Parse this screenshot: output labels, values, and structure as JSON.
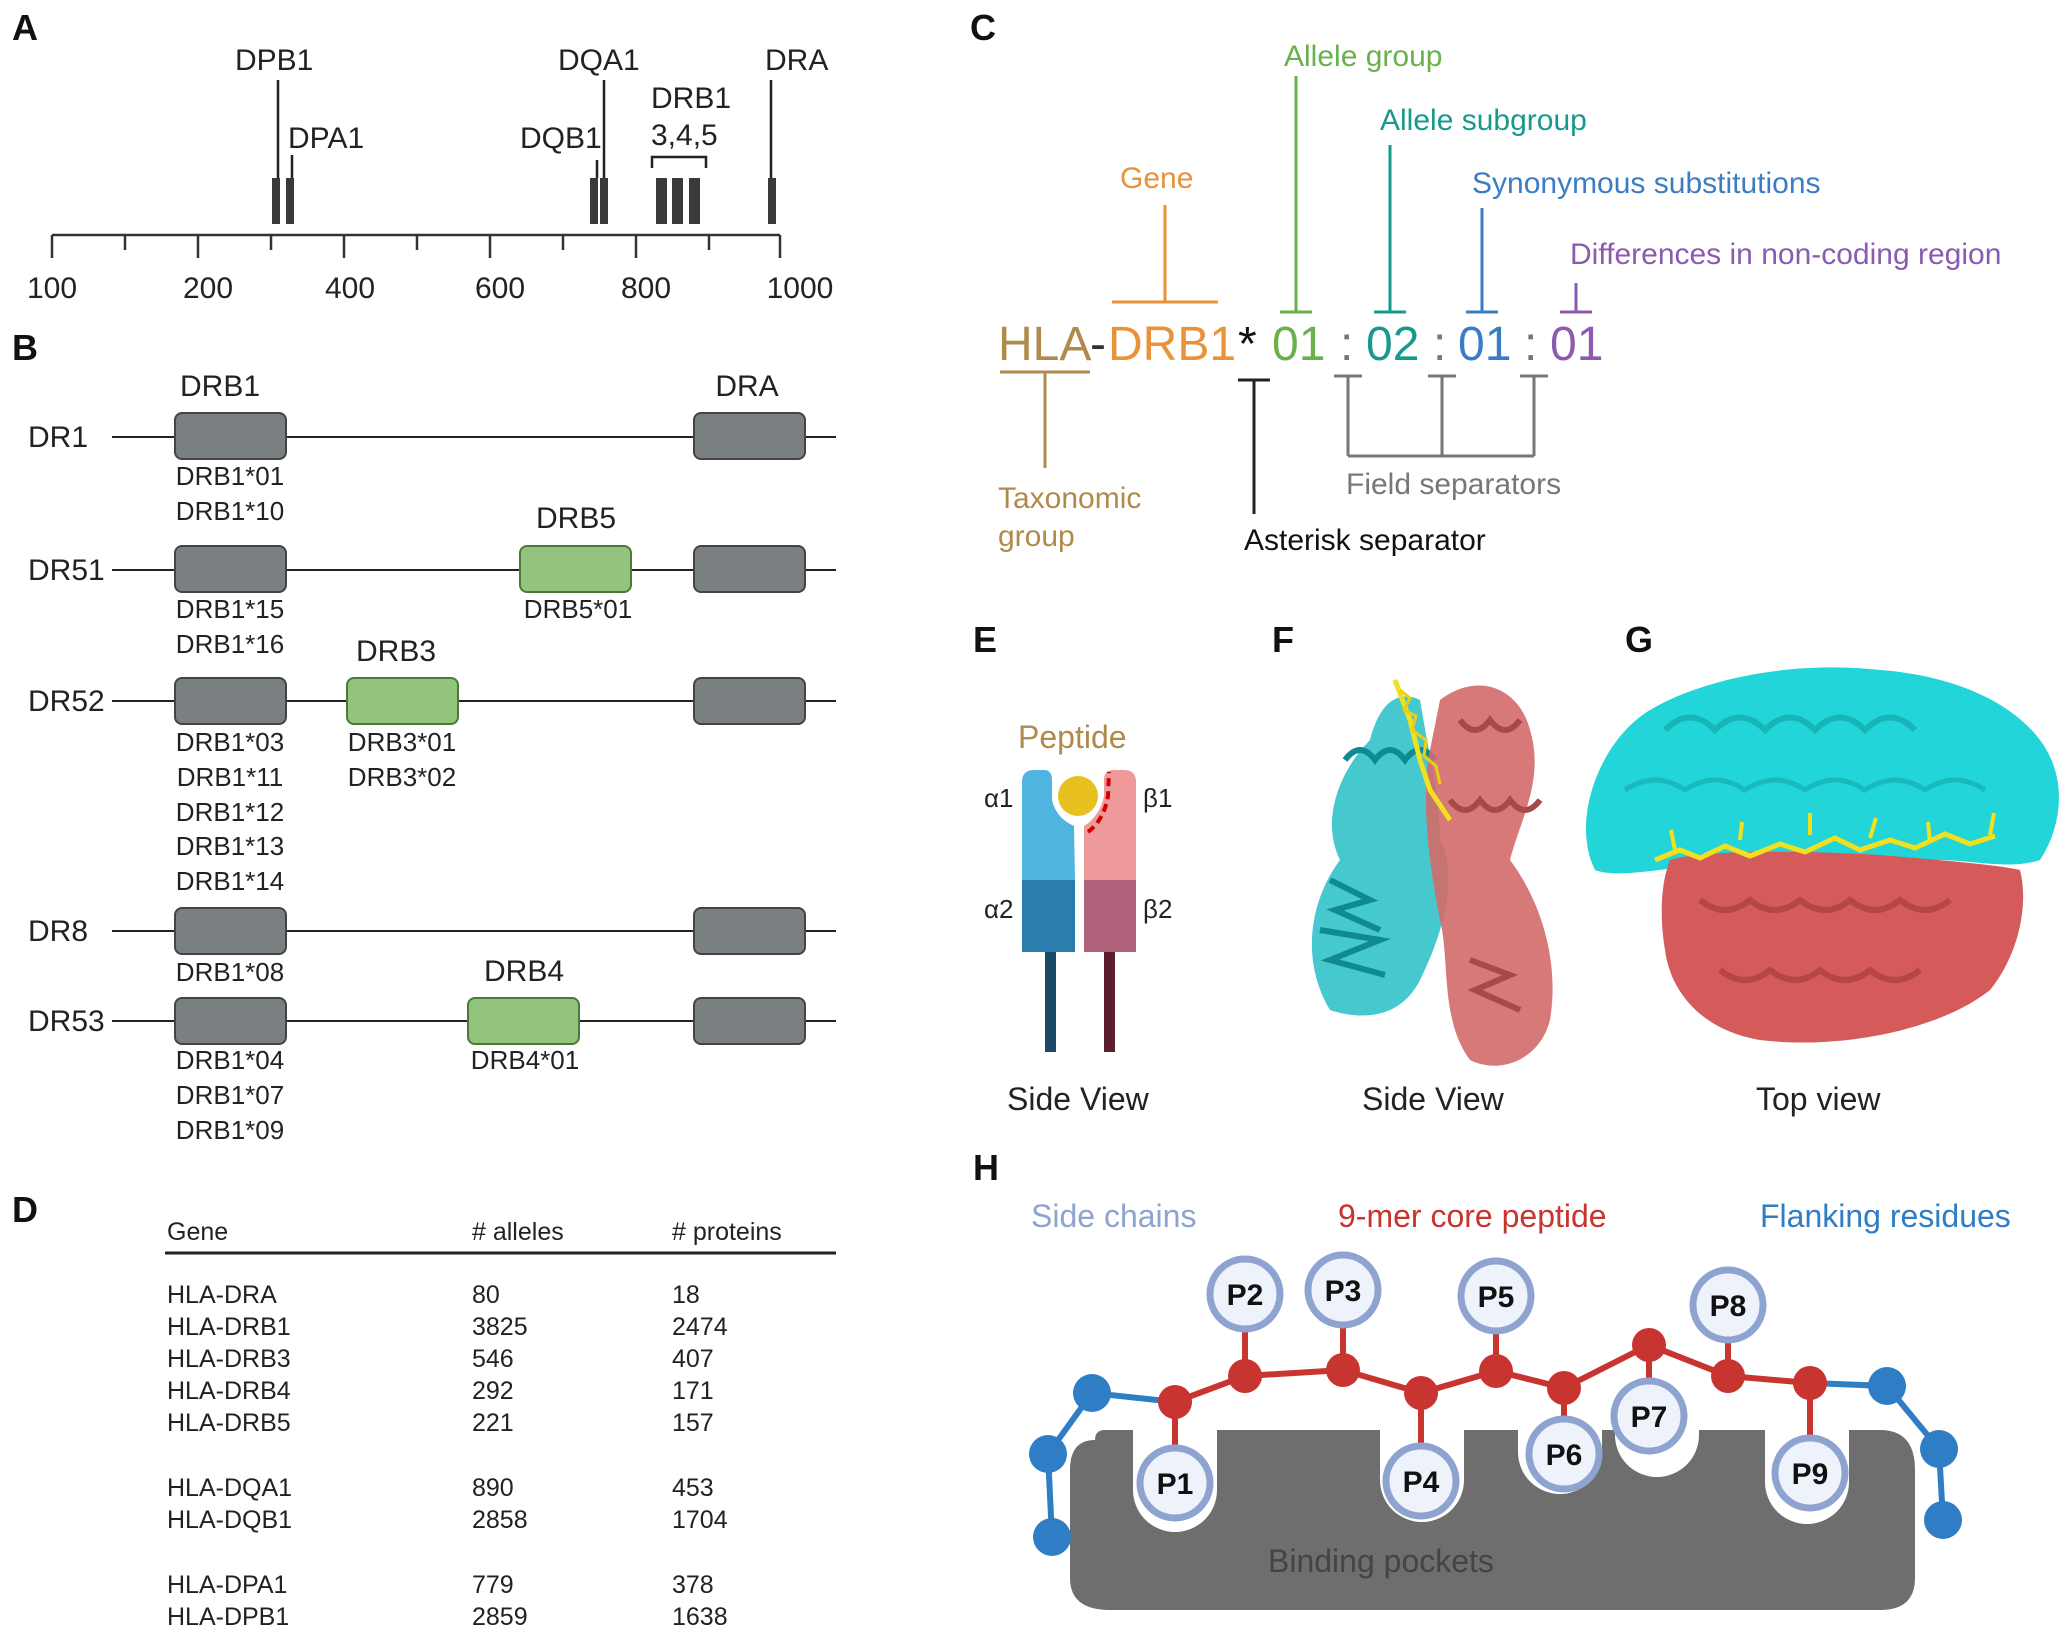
{
  "panels": {
    "a": "A",
    "b": "B",
    "c": "C",
    "d": "D",
    "e": "E",
    "f": "F",
    "g": "G",
    "h": "H"
  },
  "panel_a": {
    "genes": [
      {
        "label": "DPB1",
        "pos": 310
      },
      {
        "label": "DPA1",
        "pos": 330
      },
      {
        "label": "DQB1",
        "pos": 730
      },
      {
        "label": "DQA1",
        "pos": 760
      },
      {
        "label": "DRB1",
        "pos": 830
      },
      {
        "label": "3,4,5",
        "pos": 880
      },
      {
        "label": "DRA",
        "pos": 990
      }
    ],
    "ticks": [
      "100",
      "200",
      "400",
      "600",
      "800",
      "1000"
    ]
  },
  "panel_b": {
    "rows": [
      {
        "name": "DR1",
        "top_labels": [
          "DRB1",
          "DRA"
        ],
        "alleles_drb1": [
          "DRB1*01",
          "DRB1*10"
        ],
        "extra_gene": "",
        "extra_alleles": []
      },
      {
        "name": "DR51",
        "top_labels": [],
        "alleles_drb1": [
          "DRB1*15",
          "DRB1*16"
        ],
        "extra_gene": "DRB5",
        "extra_alleles": [
          "DRB5*01"
        ]
      },
      {
        "name": "DR52",
        "top_labels": [],
        "alleles_drb1": [
          "DRB1*03",
          "DRB1*11",
          "DRB1*12",
          "DRB1*13",
          "DRB1*14"
        ],
        "extra_gene": "DRB3",
        "extra_alleles": [
          "DRB3*01",
          "DRB3*02"
        ]
      },
      {
        "name": "DR8",
        "top_labels": [],
        "alleles_drb1": [
          "DRB1*08"
        ],
        "extra_gene": "",
        "extra_alleles": []
      },
      {
        "name": "DR53",
        "top_labels": [],
        "alleles_drb1": [
          "DRB1*04",
          "DRB1*07",
          "DRB1*09"
        ],
        "extra_gene": "DRB4",
        "extra_alleles": [
          "DRB4*01"
        ]
      }
    ],
    "colors": {
      "gray_box": "#7a7f82",
      "green_box": "#93c47d"
    }
  },
  "panel_c": {
    "hla": "HLA",
    "dash": "-",
    "gene_name": "DRB1",
    "asterisk": "*",
    "f1": "01",
    "f2": "02",
    "f3": "01",
    "f4": "01",
    "colon": ":",
    "lbl_gene": "Gene",
    "lbl_allele_group": "Allele group",
    "lbl_allele_subgroup": "Allele subgroup",
    "lbl_synonymous": "Synonymous substitutions",
    "lbl_noncoding": "Differences in non-coding region",
    "lbl_taxonomic_1": "Taxonomic",
    "lbl_taxonomic_2": "group",
    "lbl_asterisk_sep": "Asterisk separator",
    "lbl_field_sep": "Field separators",
    "colors": {
      "taxonomic": "#b08a4a",
      "gene": "#e8923a",
      "allele_group": "#6ab04c",
      "allele_subgroup": "#17998c",
      "synonymous": "#3a7dc4",
      "noncoding": "#8a5bb0",
      "separator": "#777777"
    }
  },
  "panel_d": {
    "headers": [
      "Gene",
      "# alleles",
      "# proteins"
    ],
    "groups": [
      [
        [
          "HLA-DRA",
          "80",
          "18"
        ],
        [
          "HLA-DRB1",
          "3825",
          "2474"
        ],
        [
          "HLA-DRB3",
          "546",
          "407"
        ],
        [
          "HLA-DRB4",
          "292",
          "171"
        ],
        [
          "HLA-DRB5",
          "221",
          "157"
        ]
      ],
      [
        [
          "HLA-DQA1",
          "890",
          "453"
        ],
        [
          "HLA-DQB1",
          "2858",
          "1704"
        ]
      ],
      [
        [
          "HLA-DPA1",
          "779",
          "378"
        ],
        [
          "HLA-DPB1",
          "2859",
          "1638"
        ]
      ]
    ]
  },
  "panel_e": {
    "peptide": "Peptide",
    "a1": "α1",
    "a2": "α2",
    "b1": "β1",
    "b2": "β2",
    "caption": "Side View"
  },
  "panel_f": {
    "caption": "Side View"
  },
  "panel_g": {
    "caption": "Top view"
  },
  "panel_h": {
    "side_chains": "Side chains",
    "core": "9-mer core peptide",
    "flanking": "Flanking residues",
    "pockets": "Binding pockets",
    "positions": [
      "P1",
      "P2",
      "P3",
      "P4",
      "P5",
      "P6",
      "P7",
      "P8",
      "P9"
    ],
    "colors": {
      "side_chains": "#8fa3d1",
      "core": "#c8342f",
      "flanking": "#2f7dc4",
      "pocket": "#6e6e6e"
    }
  }
}
